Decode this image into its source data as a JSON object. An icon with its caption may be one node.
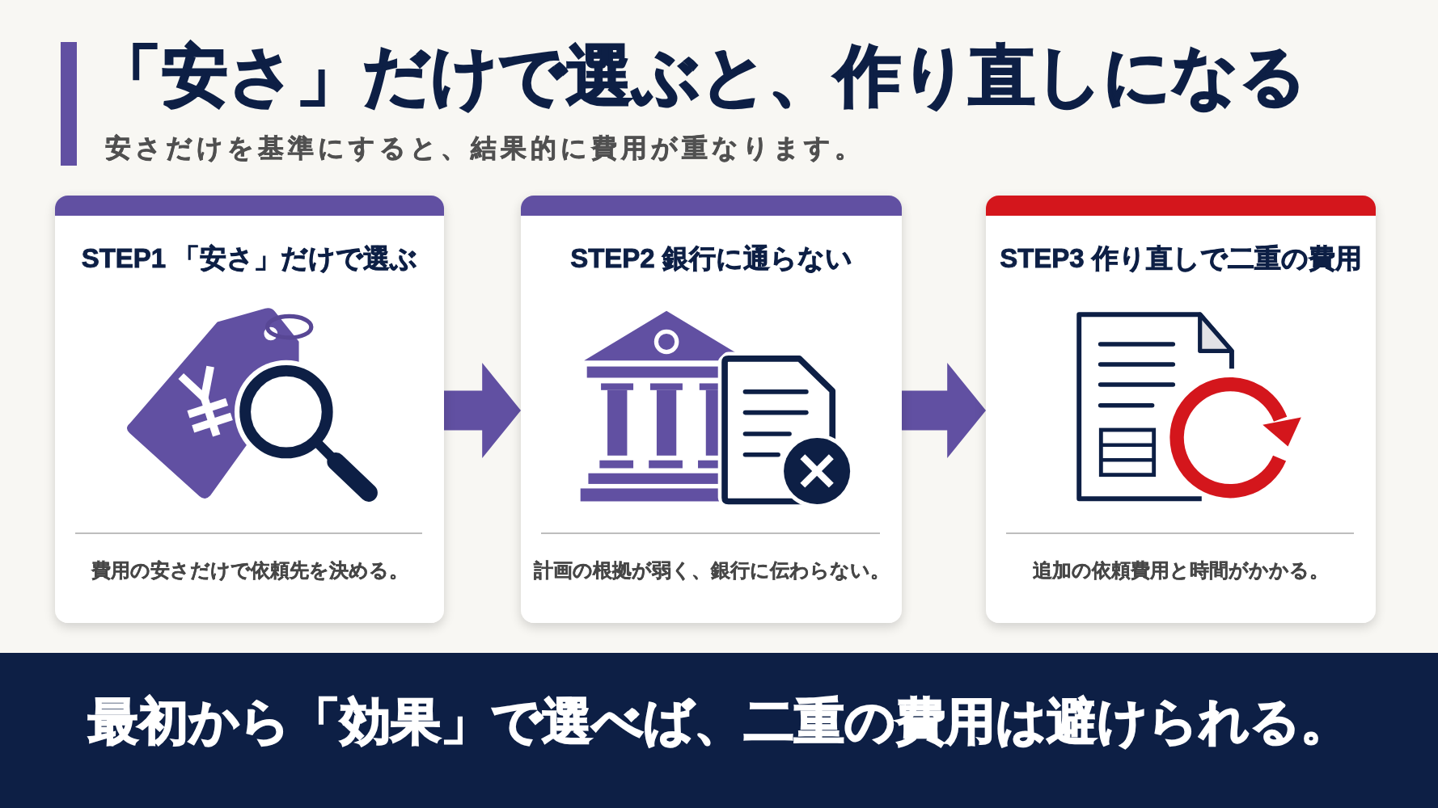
{
  "diagram": {
    "title": "「安さ」だけで選ぶと、作り直しになる",
    "nodes": [
      {
        "text": [
          "STEP1 「安さ」だけで選ぶ",
          "費用の安さだけで依頼先を決める。"
        ]
      },
      {
        "text": [
          "STEP2 銀行に通らない",
          "計画の根拠が弱く、銀行に伝わらない。"
        ]
      },
      {
        "text": [
          "STEP3 作り直しで二重の費用",
          "追加の依頼費用と時間がかかる。"
        ]
      },
      {
        "text": [
          "最初から「効果」で選べば、二重の費用は避けられる。"
        ]
      }
    ],
    "edges": [
      {
        "from": 0,
        "to": 1,
        "arrow": "to"
      },
      {
        "from": 1,
        "to": 2,
        "arrow": "to"
      }
    ],
    "labels": [
      "安さだけを基準にすると、結果的に費用が重なります。"
    ]
  }
}
